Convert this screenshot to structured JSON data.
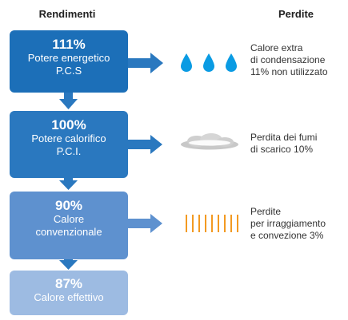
{
  "headings": {
    "left": "Rendimenti",
    "right": "Perdite"
  },
  "boxes": [
    {
      "percent": "111%",
      "line1": "Potere energetico",
      "line2": "P.C.S",
      "color": "#1c6fb8"
    },
    {
      "percent": "100%",
      "line1": "Potere calorifico",
      "line2": "P.C.I.",
      "color": "#2a78bf"
    },
    {
      "percent": "90%",
      "line1": "Calore",
      "line2": "convenzionale",
      "color": "#5e91cf"
    },
    {
      "percent": "87%",
      "line1": "Calore effettivo",
      "line2": "",
      "color": "#9dbbe2"
    }
  ],
  "losses": [
    {
      "lines": [
        "Calore extra",
        "di condensazione",
        "11% non utilizzato"
      ],
      "icon": "water-drops-icon"
    },
    {
      "lines": [
        "Perdita dei fumi",
        "di scarico 10%"
      ],
      "icon": "smoke-cloud-icon"
    },
    {
      "lines": [
        "Perdite",
        "per irraggiamento",
        "e convezione 3%"
      ],
      "icon": "heat-radiation-icon"
    }
  ],
  "colors": {
    "arrow": "#2a78bf",
    "drops": "#0a9be3",
    "radiation": "#f39a21",
    "cloud": "#c8c8c8"
  }
}
